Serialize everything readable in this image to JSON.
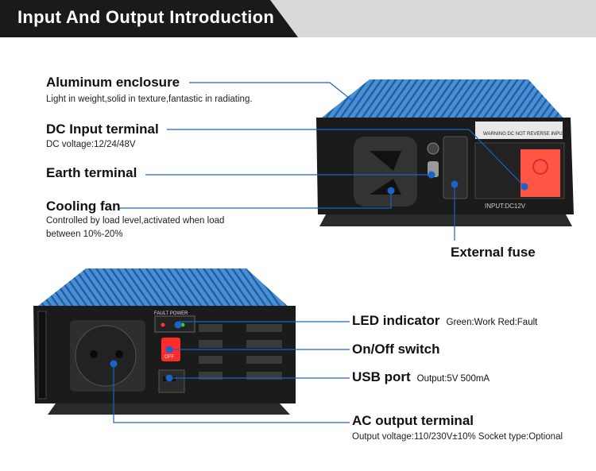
{
  "header": {
    "title": "Input And Output Introduction"
  },
  "top_section": {
    "aluminum_enclosure": {
      "title": "Aluminum enclosure",
      "desc": "Light in weight,solid in texture,fantastic in radiating."
    },
    "dc_input_terminal": {
      "title": "DC Input terminal",
      "desc": "DC voltage:12/24/48V"
    },
    "earth_terminal": {
      "title": "Earth terminal"
    },
    "cooling_fan": {
      "title": "Cooling fan",
      "desc": "Controlled by load level,activated when load between 10%-20%"
    },
    "external_fuse": {
      "title": "External fuse"
    },
    "device_labels": {
      "warning": "WARNING:DC NOT REVERSE INPUT!",
      "input": "INPUT:DC12V"
    }
  },
  "bottom_section": {
    "led_indicator": {
      "title": "LED indicator",
      "desc": "Green:Work  Red:Fault"
    },
    "onoff_switch": {
      "title": "On/Off switch"
    },
    "usb_port": {
      "title": "USB port",
      "desc": "Output:5V 500mA"
    },
    "ac_output_terminal": {
      "title": "AC output terminal",
      "desc": "Output voltage:110/230V±10%  Socket type:Optional"
    },
    "device_labels": {
      "fault_power": "FAULT  POWER",
      "off": "OFF"
    }
  },
  "colors": {
    "accent_blue": "#1a63c9",
    "enclosure_blue": "#3d7fc4",
    "red_terminal": "#ff5544",
    "header_dark": "#1a1a1a"
  }
}
